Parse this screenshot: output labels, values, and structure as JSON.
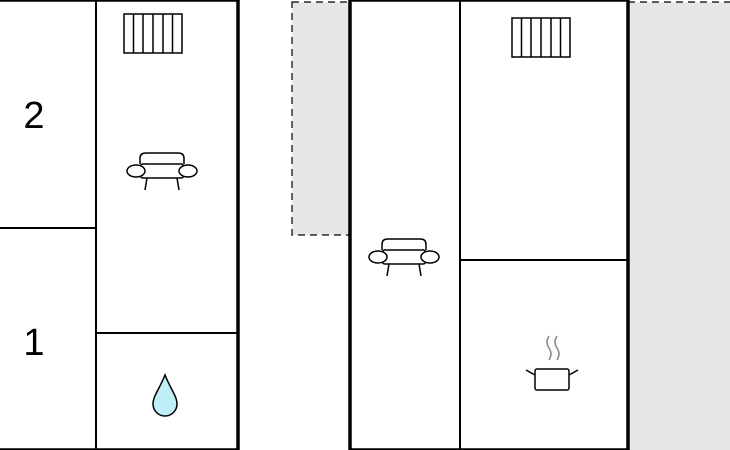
{
  "floors": [
    {
      "rooms": [
        {
          "label": "2",
          "icon": "bed-area"
        },
        {
          "label": "1",
          "icon": "bed-area"
        },
        {
          "label": "",
          "icon": "radiator-icon"
        },
        {
          "label": "",
          "icon": "sofa-icon"
        },
        {
          "label": "",
          "icon": "water-drop-icon"
        }
      ]
    },
    {
      "rooms": [
        {
          "label": "",
          "icon": "sofa-icon"
        },
        {
          "label": "",
          "icon": "radiator-icon"
        },
        {
          "label": "",
          "icon": "cooking-pot-icon"
        }
      ]
    }
  ],
  "colors": {
    "wall": "#000000",
    "terrace": "#e6e6e6",
    "water": "#bfeff7"
  }
}
